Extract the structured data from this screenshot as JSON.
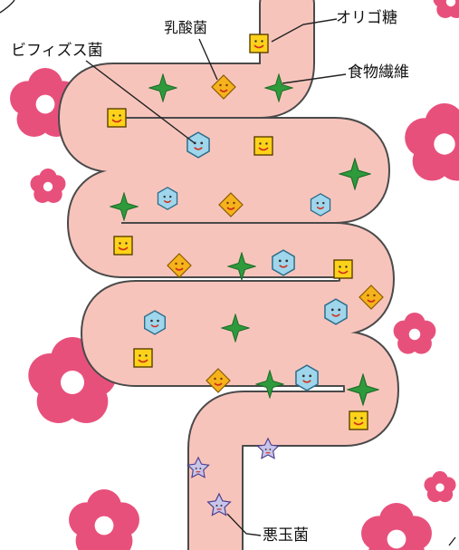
{
  "labels": {
    "oligosaccharide": "オリゴ糖",
    "lactic_acid_bacteria": "乳酸菌",
    "bifidobacteria": "ビフィズス菌",
    "dietary_fiber": "食物繊維",
    "bad_bacteria": "悪玉菌"
  },
  "colors": {
    "intestine_fill": "#f7c4bc",
    "intestine_outline": "#4a4a4a",
    "flower": "#e8507c",
    "flower_center": "#ffffff",
    "fiber_star": "#2e9a3c",
    "lactic_diamond": "#f6b21c",
    "oligo_square": "#ffd21a",
    "bifido_hexagon": "#9fd6ec",
    "bad_bacteria_star": "#c9c4ea"
  },
  "icons": {
    "fiber": "four-point-star-icon",
    "lactic": "diamond-face-icon",
    "oligo": "square-face-icon",
    "bifido": "hexagon-face-icon",
    "bad": "purple-spiky-star-icon",
    "decoration": "flower-icon"
  }
}
